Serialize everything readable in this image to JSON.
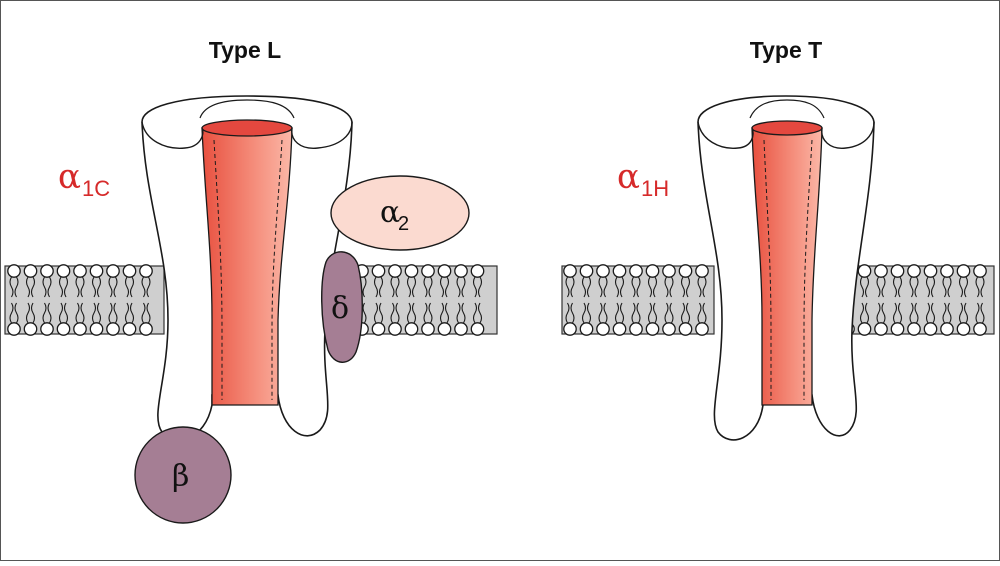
{
  "left_panel": {
    "title": "Type L",
    "main_subunit": {
      "symbol": "α",
      "subscript": "1C"
    },
    "alpha2": {
      "symbol": "α",
      "subscript": "2"
    },
    "delta": "δ",
    "beta": "β"
  },
  "right_panel": {
    "title": "Type T",
    "main_subunit": {
      "symbol": "α",
      "subscript": "1H"
    }
  },
  "colors": {
    "label_red": "#d62a2a",
    "pore_dark": "#e4483f",
    "pore_light": "#f9a08f",
    "membrane_band": "#cfcfcf",
    "alpha2_fill": "#fbdad0",
    "delta_beta_fill": "#a57e94",
    "outline": "#1a1a1a"
  }
}
